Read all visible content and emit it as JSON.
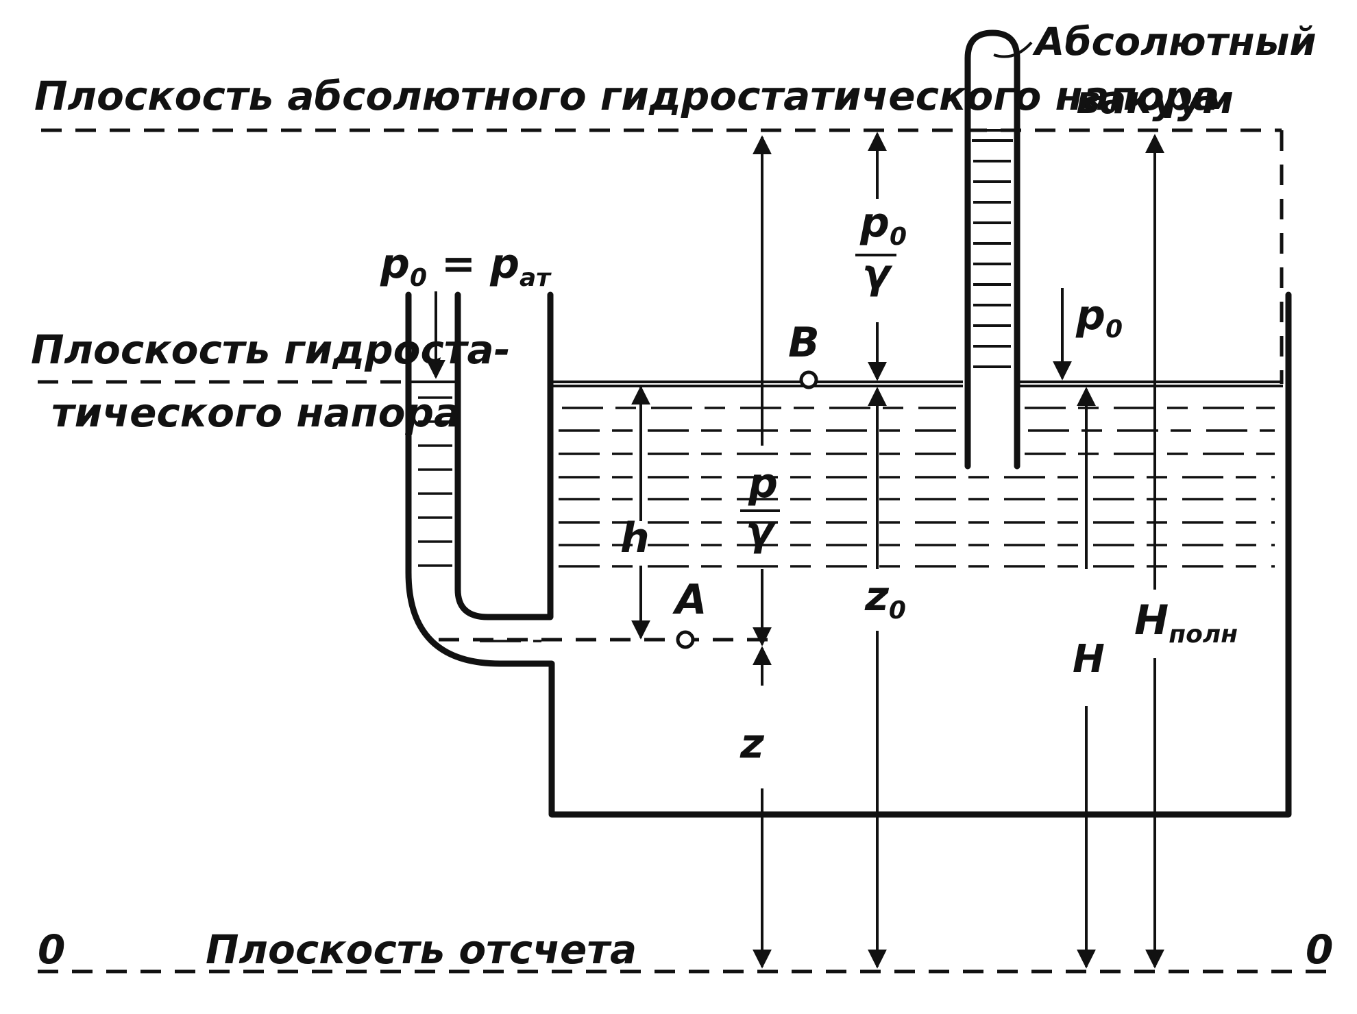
{
  "labels": {
    "abs_plane": "Плоскость абсолютного гидростатического напора",
    "hydro_plane_1": "Плоскость гидроста-",
    "hydro_plane_2": "тического напора",
    "ref_plane": "Плоскость отсчета",
    "abs_vacuum_1": "Абсолютный",
    "abs_vacuum_2": "вакуум",
    "zero_left": "0",
    "zero_right": "0"
  },
  "symbols": {
    "p0_eq_main": "p",
    "p0_eq_sub": "0",
    "p0_eq_eq": " = p",
    "p0_eq_sub2": "ат",
    "p0_right_main": "p",
    "p0_right_sub": "0",
    "p0_frac_num_main": "p",
    "p0_frac_num_sub": "0",
    "p0_frac_den": "γ",
    "p_frac_num": "p",
    "p_frac_den": "γ",
    "h": "h",
    "B": "B",
    "A": "A",
    "z": "z",
    "z0_main": "z",
    "z0_sub": "0",
    "H": "H",
    "H_full_main": "H",
    "H_full_sub": "полн"
  }
}
